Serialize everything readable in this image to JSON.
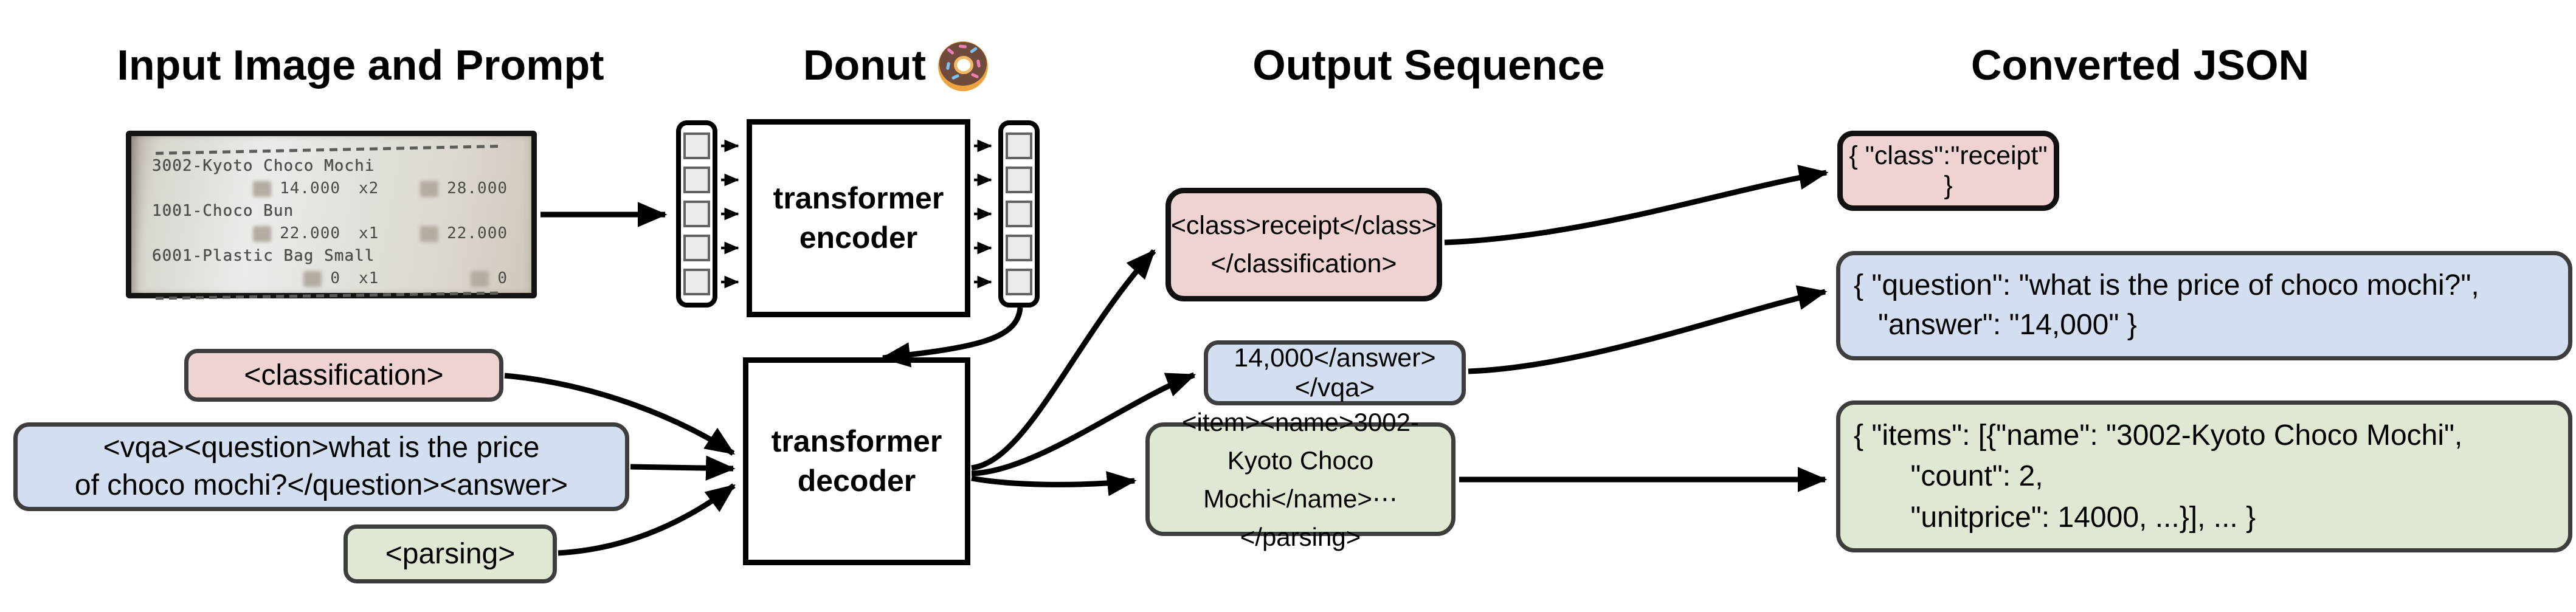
{
  "titles": {
    "input": "Input Image and Prompt",
    "model": "Donut",
    "model_emoji": "🍩",
    "output": "Output Sequence",
    "json": "Converted JSON"
  },
  "receipt": {
    "rows": [
      {
        "name": "3002-Kyoto Choco Mochi",
        "price": "14.000",
        "qty": "x2",
        "total": "28.000"
      },
      {
        "name": "1001-Choco Bun",
        "price": "22.000",
        "qty": "x1",
        "total": "22.000"
      },
      {
        "name": "6001-Plastic Bag Small",
        "price": "0",
        "qty": "x1",
        "total": "0"
      }
    ]
  },
  "model": {
    "encoder_label": "transformer\nencoder",
    "decoder_label": "transformer\ndecoder"
  },
  "prompts": {
    "classification": "<classification>",
    "vqa": "<vqa><question>what is the price\nof choco mochi?</question><answer>",
    "parsing": "<parsing>"
  },
  "outputs": {
    "classification": "<class>receipt</class>\n</classification>",
    "vqa": "14,000</answer></vqa>",
    "parsing": "<item><name>3002-Kyoto Choco\nMochi</name>⋯ </parsing>"
  },
  "converted_json": {
    "classification": "{ \"class\":\"receipt\" }",
    "vqa": "{ \"question\": \"what is the price of choco mochi?\",\n   \"answer\": \"14,000\" }",
    "parsing": "{ \"items\": [{\"name\": \"3002-Kyoto Choco Mochi\",\n       \"count\": 2,\n       \"unitprice\": 14000, ...}], ... }"
  },
  "colors": {
    "classification_fill": "#eed3d2",
    "vqa_fill": "#d3dff1",
    "parsing_fill": "#dfe8d2",
    "box_border_gray": "#3d3d3d",
    "box_border_black": "#111111",
    "arrow": "#000000",
    "patch_fill": "#ebebeb",
    "patch_border": "#636363"
  }
}
